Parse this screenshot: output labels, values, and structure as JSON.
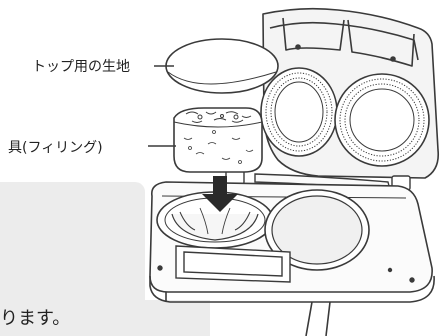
{
  "labels": {
    "top_dough": "トップ用の生地",
    "filling": "具(フィリング)"
  },
  "caption": "ります。",
  "colors": {
    "line": "#3a3a3a",
    "panel": "#ececec",
    "arrow": "#2a2a2a"
  },
  "icons": {
    "arrow": "arrow-down-icon"
  }
}
